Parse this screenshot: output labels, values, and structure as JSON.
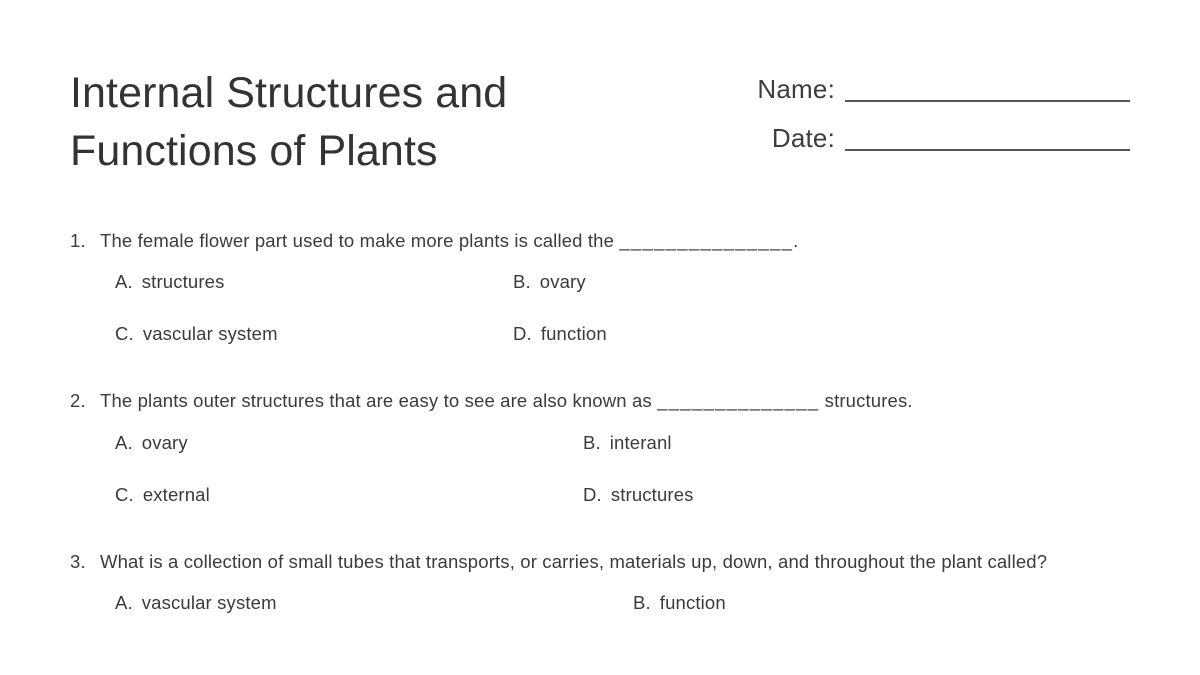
{
  "document": {
    "title_line_1": "Internal Structures and",
    "title_line_2": "Functions of Plants",
    "title": "Internal Structures and\nFunctions of Plants"
  },
  "header": {
    "name_label": "Name:",
    "date_label": "Date:"
  },
  "questions": [
    {
      "number": "1.",
      "text_before_blank": "The female flower part used to make more plants is called the ",
      "blank": "_______________",
      "text_after_blank": ".",
      "full_text": "The female flower part used to make more plants is called the _______________.",
      "options": [
        {
          "letter": "A.",
          "text": "structures"
        },
        {
          "letter": "B.",
          "text": "ovary"
        },
        {
          "letter": "C.",
          "text": "vascular system"
        },
        {
          "letter": "D.",
          "text": "function"
        }
      ]
    },
    {
      "number": "2.",
      "text_before_blank": "The plants outer structures that are easy to see are also known as ",
      "blank": "______________",
      "text_after_blank": " structures.",
      "full_text": "The plants outer structures that are easy to see are also known as ______________ structures.",
      "options": [
        {
          "letter": "A.",
          "text": "ovary"
        },
        {
          "letter": "B.",
          "text": "interanl"
        },
        {
          "letter": "C.",
          "text": "external"
        },
        {
          "letter": "D.",
          "text": "structures"
        }
      ]
    },
    {
      "number": "3.",
      "text_before_blank": "What is a collection of small tubes that transports, or carries, materials up, down, and throughout the plant called?",
      "blank": "",
      "text_after_blank": "",
      "full_text": "What is a collection of small tubes that transports, or carries, materials up, down, and throughout the plant called?",
      "options": [
        {
          "letter": "A.",
          "text": "vascular system"
        },
        {
          "letter": "B.",
          "text": "function"
        }
      ]
    }
  ],
  "colors": {
    "text": "#3b3b3b",
    "title": "#333333",
    "rule": "#555555",
    "background": "#ffffff"
  }
}
